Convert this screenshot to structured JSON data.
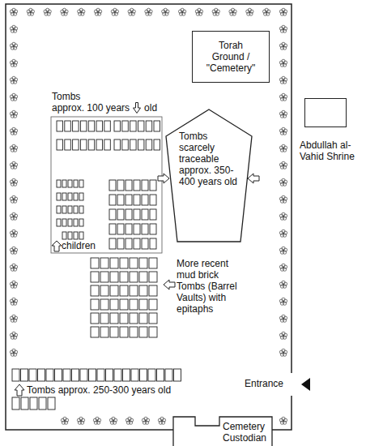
{
  "diagram": {
    "nodes": [
      {
        "text": [
          "Torah Ground / \"Cemetery\""
        ]
      },
      {
        "text": [
          "Abdullah al-Vahid Shrine"
        ]
      },
      {
        "text": [
          "Tombs scarcely traceable approx. 350-400 years old"
        ]
      },
      {
        "text": [
          "Cemetery Custodian"
        ]
      }
    ],
    "labels": [
      "Tombs approx. 100 years",
      "old",
      "children",
      "More recent mud brick Tombs (Barrel Vaults) with epitaphs",
      "Tombs approx. 250-300 years old",
      "Entrance"
    ]
  }
}
